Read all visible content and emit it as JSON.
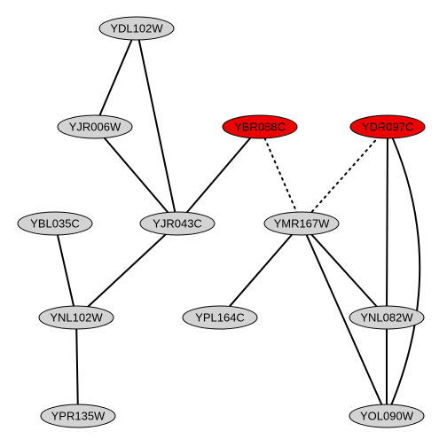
{
  "graph": {
    "colors": {
      "default_node": "#d3d3d3",
      "highlight_node": "#ee0000",
      "edge": "#000000"
    },
    "nodes": [
      {
        "id": "YDL102W",
        "label": "YDL102W",
        "highlight": false
      },
      {
        "id": "YJR006W",
        "label": "YJR006W",
        "highlight": false
      },
      {
        "id": "YBR088C",
        "label": "YBR088C",
        "highlight": true
      },
      {
        "id": "YDR097C",
        "label": "YDR097C",
        "highlight": true
      },
      {
        "id": "YBL035C",
        "label": "YBL035C",
        "highlight": false
      },
      {
        "id": "YJR043C",
        "label": "YJR043C",
        "highlight": false
      },
      {
        "id": "YMR167W",
        "label": "YMR167W",
        "highlight": false
      },
      {
        "id": "YNL102W",
        "label": "YNL102W",
        "highlight": false
      },
      {
        "id": "YPL164C",
        "label": "YPL164C",
        "highlight": false
      },
      {
        "id": "YNL082W",
        "label": "YNL082W",
        "highlight": false
      },
      {
        "id": "YPR135W",
        "label": "YPR135W",
        "highlight": false
      },
      {
        "id": "YOL090W",
        "label": "YOL090W",
        "highlight": false
      }
    ],
    "edges": [
      {
        "from": "YDL102W",
        "to": "YJR006W",
        "style": "solid"
      },
      {
        "from": "YDL102W",
        "to": "YJR043C",
        "style": "solid"
      },
      {
        "from": "YJR006W",
        "to": "YJR043C",
        "style": "solid"
      },
      {
        "from": "YBR088C",
        "to": "YJR043C",
        "style": "solid"
      },
      {
        "from": "YBR088C",
        "to": "YMR167W",
        "style": "dotted"
      },
      {
        "from": "YDR097C",
        "to": "YMR167W",
        "style": "dotted"
      },
      {
        "from": "YDR097C",
        "to": "YNL082W",
        "style": "solid"
      },
      {
        "from": "YDR097C",
        "to": "YOL090W",
        "style": "solid"
      },
      {
        "from": "YBL035C",
        "to": "YNL102W",
        "style": "solid"
      },
      {
        "from": "YJR043C",
        "to": "YNL102W",
        "style": "solid"
      },
      {
        "from": "YMR167W",
        "to": "YPL164C",
        "style": "solid"
      },
      {
        "from": "YMR167W",
        "to": "YNL082W",
        "style": "solid"
      },
      {
        "from": "YMR167W",
        "to": "YOL090W",
        "style": "solid"
      },
      {
        "from": "YNL102W",
        "to": "YPR135W",
        "style": "solid"
      },
      {
        "from": "YNL082W",
        "to": "YOL090W",
        "style": "solid"
      }
    ]
  }
}
